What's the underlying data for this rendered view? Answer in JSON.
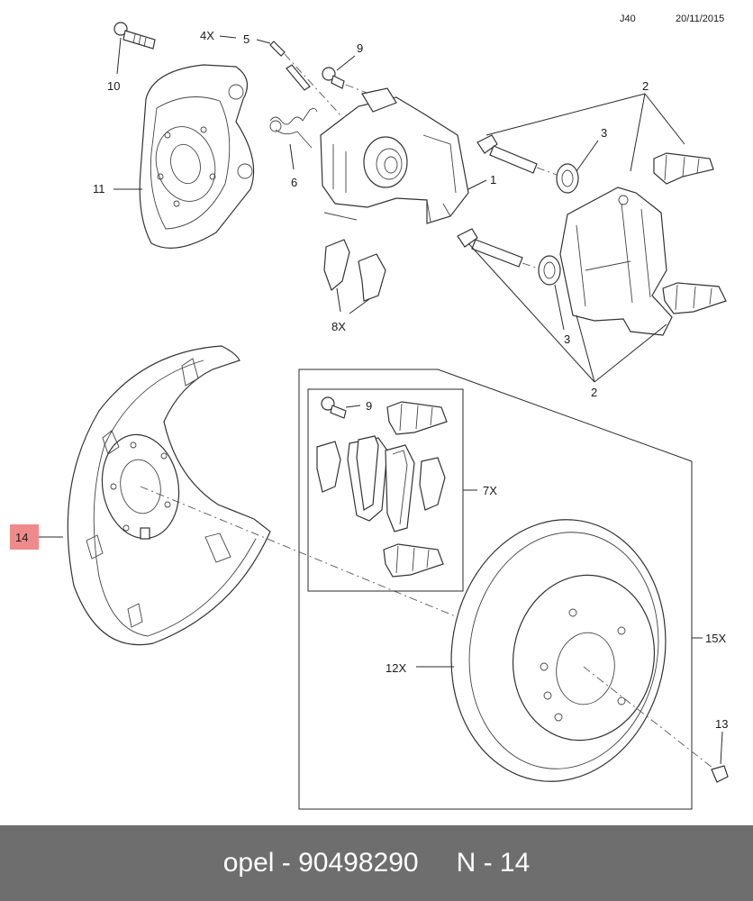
{
  "header": {
    "code": "J40",
    "date": "20/11/2015"
  },
  "callouts": {
    "c1": "1",
    "c2a": "2",
    "c2b": "2",
    "c3a": "3",
    "c3b": "3",
    "c4x": "4X",
    "c5": "5",
    "c6": "6",
    "c7x": "7X",
    "c8x": "8X",
    "c9a": "9",
    "c9b": "9",
    "c10": "10",
    "c11": "11",
    "c12x": "12X",
    "c13": "13",
    "c14": "14",
    "c15x": "15X"
  },
  "highlight_color": "#f08a8a",
  "footer": {
    "brand": "opel",
    "part_number": "90498290",
    "ref": "N - 14"
  }
}
